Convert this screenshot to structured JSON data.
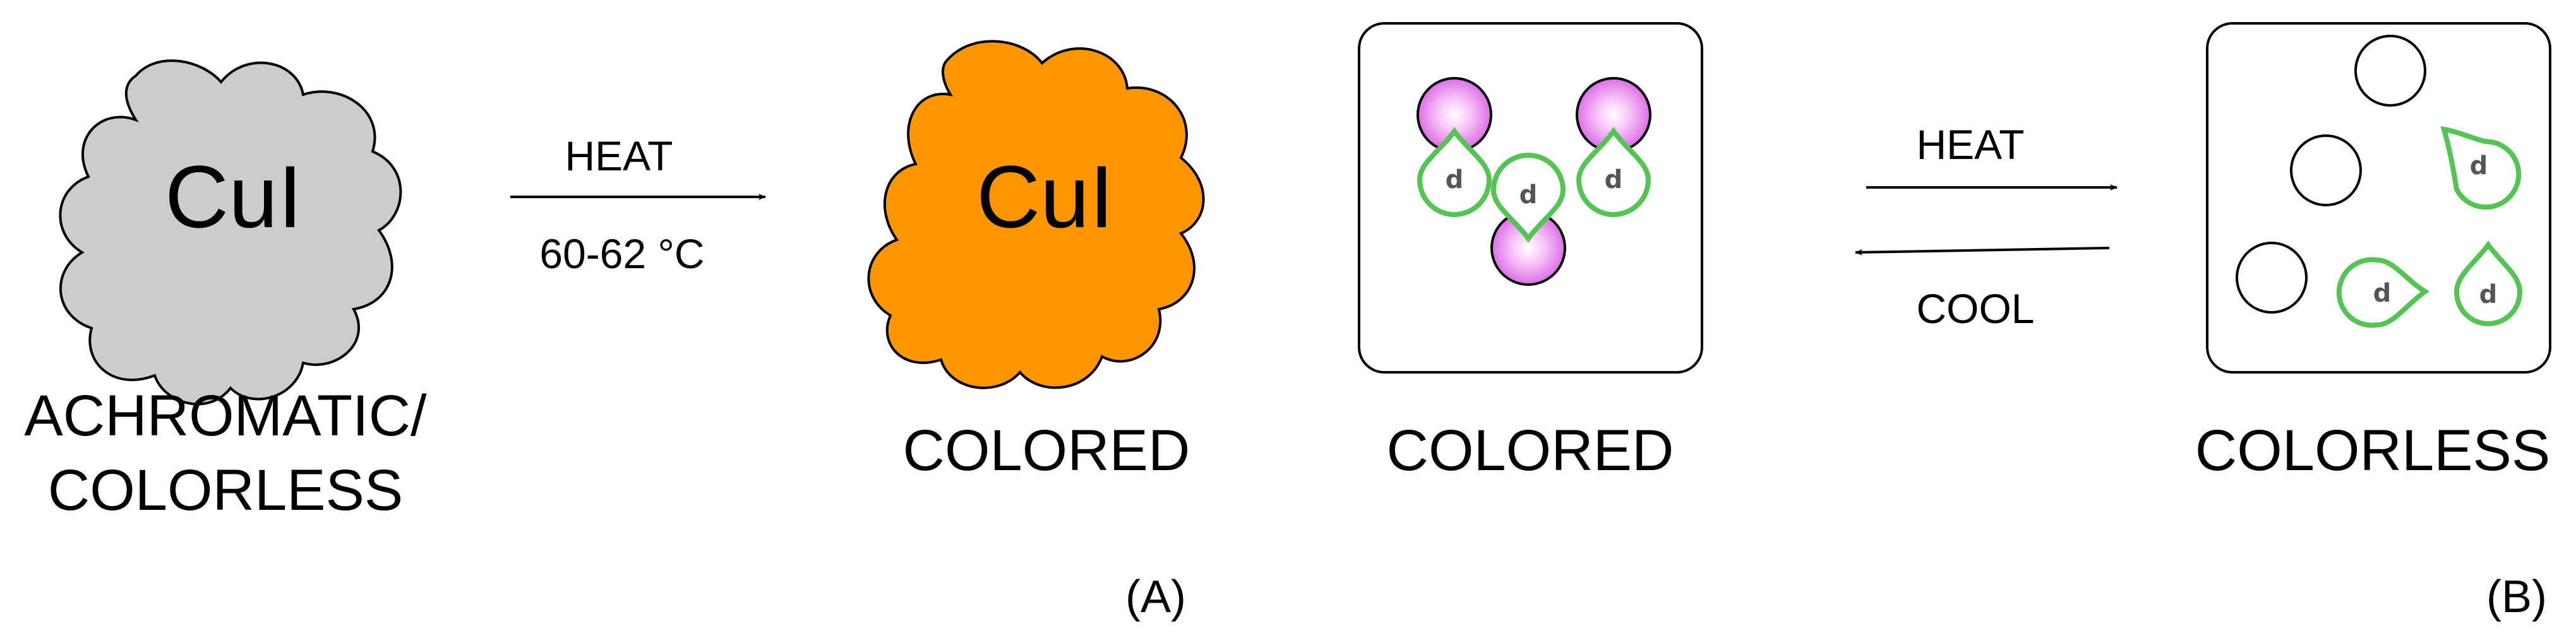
{
  "panel_a": {
    "formula_before": "CuI",
    "formula_after": "CuI",
    "arrow_top_label": "HEAT",
    "arrow_bottom_label": "60-62 °C",
    "caption_before_line1": "ACHROMATIC/",
    "caption_before_line2": "COLORLESS",
    "caption_after": "COLORED",
    "panel_label": "(A)",
    "colors": {
      "achromatic_fill": "#cccccc",
      "colored_fill": "#ff9500",
      "outline": "#000000"
    }
  },
  "panel_b": {
    "dye_letter": "d",
    "forward_label": "HEAT",
    "reverse_label": "COOL",
    "caption_colored": "COLORED",
    "caption_colorless": "COLORLESS",
    "panel_label": "(B)",
    "colors": {
      "complex_sphere": "#e88ef0",
      "dye_outline": "#55c455",
      "box_outline": "#000000"
    }
  }
}
